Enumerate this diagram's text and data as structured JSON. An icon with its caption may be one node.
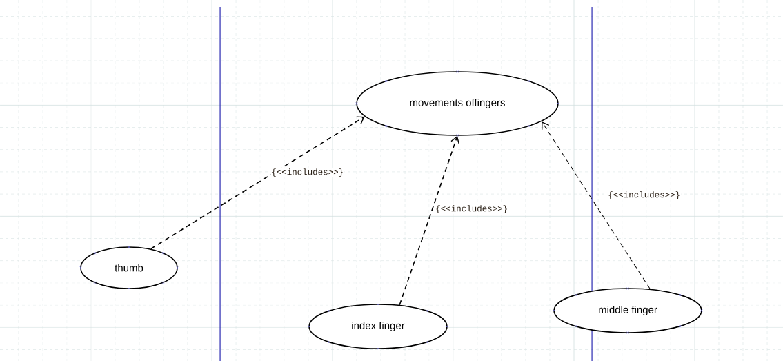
{
  "diagram": {
    "nodes": [
      {
        "text": [
          "movements offingers"
        ]
      },
      {
        "text": [
          "thumb"
        ]
      },
      {
        "text": [
          "index finger"
        ]
      },
      {
        "text": [
          "middle finger"
        ]
      }
    ],
    "edges": [
      {
        "from": 1,
        "to": 0,
        "arrow": "to",
        "label": "{<<includes>>}",
        "style": "dashed"
      },
      {
        "from": 2,
        "to": 0,
        "arrow": "to",
        "label": "{<<includes>>}",
        "style": "dashed"
      },
      {
        "from": 3,
        "to": 0,
        "arrow": "to",
        "label": "{<<includes>>}",
        "style": "dashed"
      }
    ]
  }
}
